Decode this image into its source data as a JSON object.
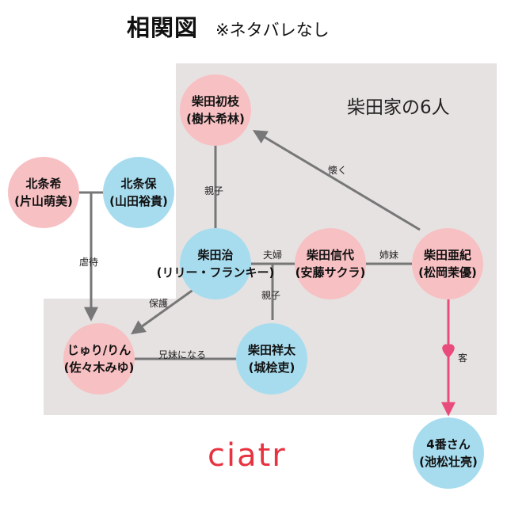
{
  "header": {
    "title": "相関図",
    "subtitle": "※ネタバレなし"
  },
  "group": {
    "label": "柴田家の6人"
  },
  "colors": {
    "pink": "#f7c0c3",
    "blue": "#a7dcef",
    "background": "#e6e2e1",
    "line": "#777777",
    "guest_arrow": "#e94b7c",
    "logo": "#e8323f"
  },
  "nodes": {
    "hatsue": {
      "name": "柴田初枝",
      "actor": "(樹木希林)"
    },
    "osamu": {
      "name": "柴田治",
      "actor": "(リリー・フランキー)"
    },
    "nobuyo": {
      "name": "柴田信代",
      "actor": "(安藤サクラ)"
    },
    "aki": {
      "name": "柴田亜紀",
      "actor": "(松岡茉優)"
    },
    "shota": {
      "name": "柴田祥太",
      "actor": "(城桧吏)"
    },
    "juri": {
      "name": "じゅり/りん",
      "actor": "(佐々木みゆ)"
    },
    "kitajo_nozomi": {
      "name": "北条希",
      "actor": "(片山萌美)"
    },
    "kitajo_tamotsu": {
      "name": "北条保",
      "actor": "(山田裕貴)"
    },
    "guest4": {
      "name": "4番さん",
      "actor": "(池松壮亮)"
    }
  },
  "edges": {
    "oyako_top": "親子",
    "fuufu": "夫婦",
    "shimai": "姉妹",
    "natsuku": "懐く",
    "oyako_bottom": "親子",
    "hogo": "保護",
    "gyakutai": "虐待",
    "kyoudai": "兄妹になる",
    "kyaku": "客"
  },
  "logo": {
    "text": "ciatr"
  }
}
